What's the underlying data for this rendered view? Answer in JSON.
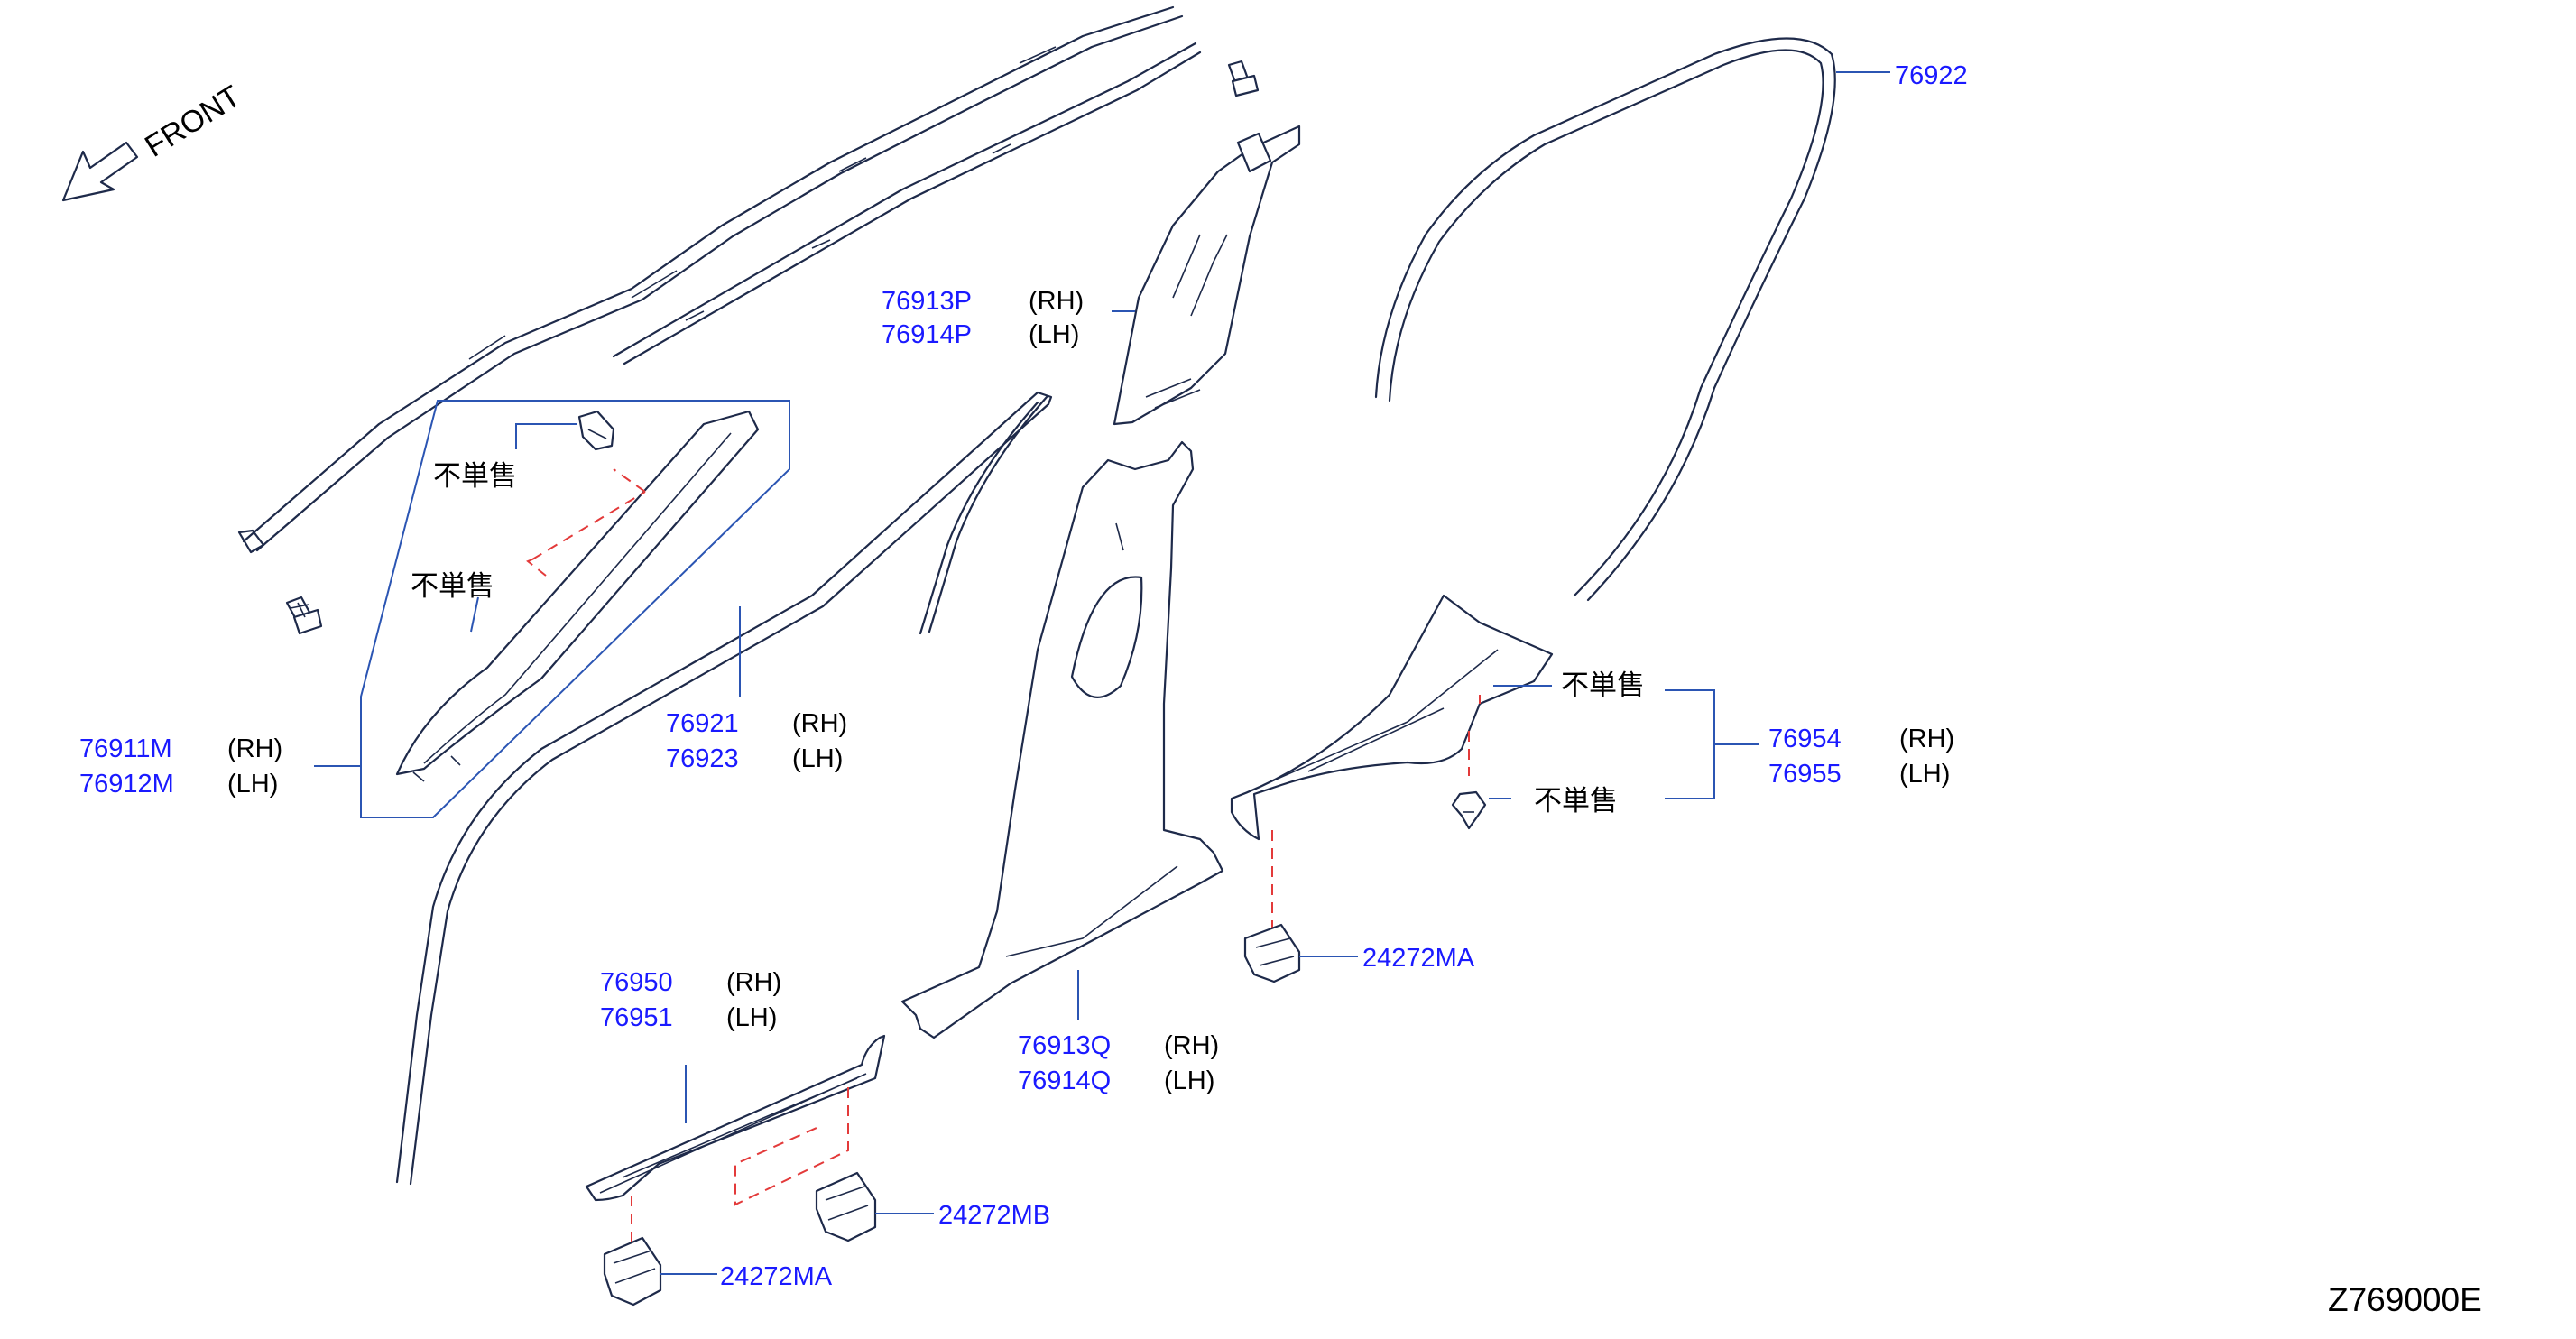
{
  "front_label": "FRONT",
  "not_sold_label": "不単售",
  "diagram_code": "Z769000E",
  "callouts": {
    "c76922": {
      "part": "76922"
    },
    "c76913p": {
      "rh_part": "76913P",
      "rh": "(RH)",
      "lh_part": "76914P",
      "lh": "(LH)"
    },
    "c76911m": {
      "rh_part": "76911M",
      "rh": "(RH)",
      "lh_part": "76912M",
      "lh": "(LH)"
    },
    "c76921": {
      "rh_part": "76921",
      "rh": "(RH)",
      "lh_part": "76923",
      "lh": "(LH)"
    },
    "c76954": {
      "rh_part": "76954",
      "rh": "(RH)",
      "lh_part": "76955",
      "lh": "(LH)"
    },
    "c76950": {
      "rh_part": "76950",
      "rh": "(RH)",
      "lh_part": "76951",
      "lh": "(LH)"
    },
    "c76913q": {
      "rh_part": "76913Q",
      "rh": "(RH)",
      "lh_part": "76914Q",
      "lh": "(LH)"
    },
    "c24272ma_upper": {
      "part": "24272MA"
    },
    "c24272mb": {
      "part": "24272MB"
    },
    "c24272ma_lower": {
      "part": "24272MA"
    }
  }
}
